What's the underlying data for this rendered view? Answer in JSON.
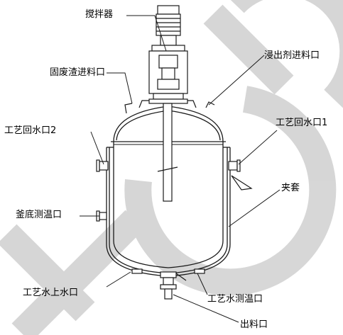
{
  "labels": {
    "agitator": "搅拌器",
    "solid_waste_inlet": "固废渣进料口",
    "leach_agent_inlet": "浸出剂进料口",
    "water_return_2": "工艺回水口2",
    "water_return_1": "工艺回水口1",
    "jacket": "夹套",
    "kettle_bottom_temp": "釜底测温口",
    "water_inlet": "工艺水上水口",
    "water_temp_port": "工艺水测温口",
    "discharge_outlet": "出料口"
  },
  "watermark": {
    "text": "ECCP",
    "color": "#c8c8c8"
  },
  "colors": {
    "line": "#1a1a1a",
    "background": "#ffffff"
  }
}
